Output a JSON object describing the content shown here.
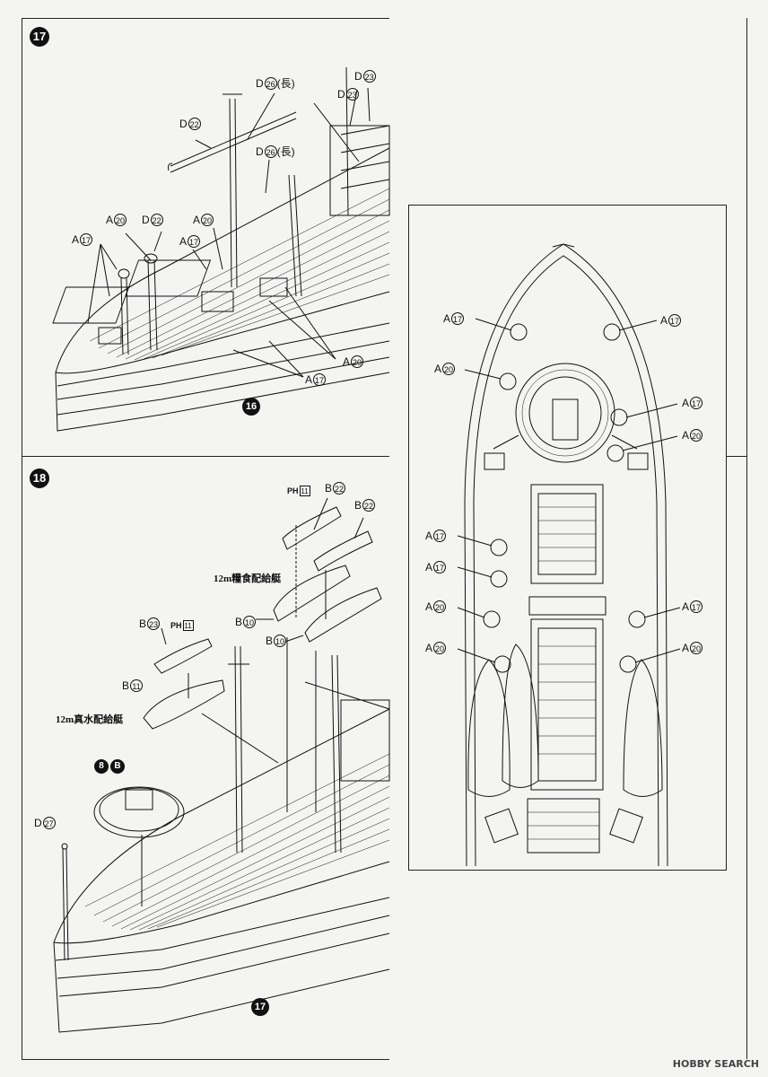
{
  "steps": [
    {
      "number": "17"
    },
    {
      "number": "18"
    }
  ],
  "step17_labels": [
    "D",
    "D",
    "D",
    "D",
    "D",
    "A",
    "D",
    "A",
    "A",
    "A",
    "A",
    "A"
  ],
  "step17_parts": {
    "d26a": "26",
    "d26a_suffix": "(長)",
    "d26b": "26",
    "d26b_suffix": "(長)",
    "d23a": "23",
    "d23b": "23",
    "d22a": "22",
    "d22b": "22",
    "a20a": "20",
    "a20b": "20",
    "a20c": "20",
    "a17a": "17",
    "a17b": "17",
    "a17c": "17"
  },
  "step17_ref": "16",
  "step18": {
    "ph": "PH",
    "ph_num": "11",
    "b22": "22",
    "b10": "10",
    "b23": "23",
    "b11": "11",
    "d27": "27",
    "boat1": "12m糧食配給艇",
    "boat2": "12m真水配給艇",
    "subassembly_a": "8",
    "subassembly_b": "B",
    "ref": "17"
  },
  "plan_labels": {
    "a17": "17",
    "a20": "20"
  },
  "watermark": "HOBBY SEARCH"
}
